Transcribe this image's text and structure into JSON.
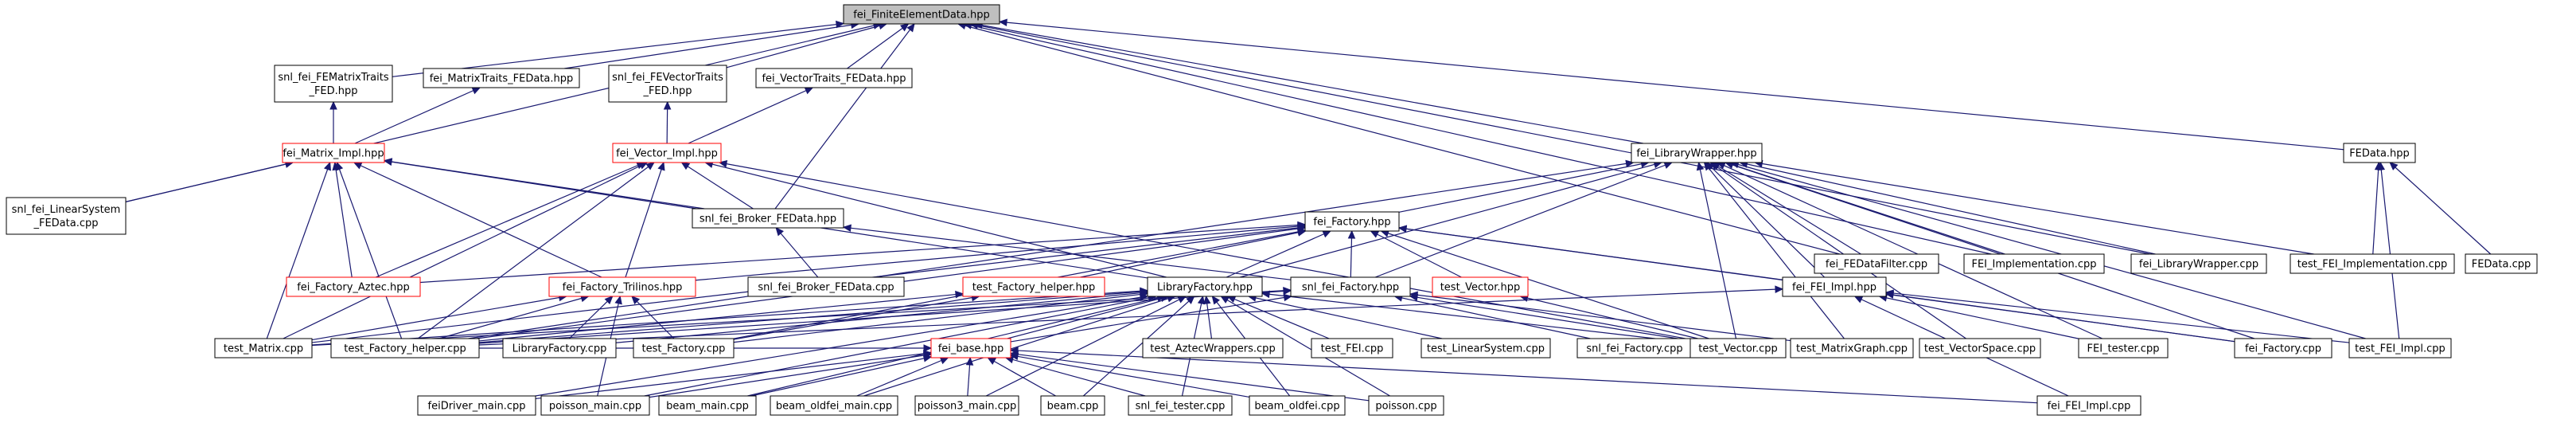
{
  "title": "fei_FiniteElementData.hpp",
  "colors": {
    "edge": "#191970",
    "node_border": "#000000",
    "truncated_border": "#ff0000",
    "root_fill": "#bfbfbf"
  },
  "nodes": {
    "root": {
      "lines": [
        "fei_FiniteElementData.hpp"
      ],
      "style": "root"
    },
    "snl_FEMatrixTraits": {
      "lines": [
        "snl_fei_FEMatrixTraits",
        "_FED.hpp"
      ],
      "style": "normal"
    },
    "MatrixTraits_FEData": {
      "lines": [
        "fei_MatrixTraits_FEData.hpp"
      ],
      "style": "normal"
    },
    "snl_FEVectorTraits": {
      "lines": [
        "snl_fei_FEVectorTraits",
        "_FED.hpp"
      ],
      "style": "normal"
    },
    "VectorTraits_FEData": {
      "lines": [
        "fei_VectorTraits_FEData.hpp"
      ],
      "style": "normal"
    },
    "Matrix_Impl": {
      "lines": [
        "fei_Matrix_Impl.hpp"
      ],
      "style": "red"
    },
    "Vector_Impl": {
      "lines": [
        "fei_Vector_Impl.hpp"
      ],
      "style": "red"
    },
    "LinearSystem_FEData": {
      "lines": [
        "snl_fei_LinearSystem",
        "_FEData.cpp"
      ],
      "style": "normal"
    },
    "Broker_FEData_hpp": {
      "lines": [
        "snl_fei_Broker_FEData.hpp"
      ],
      "style": "normal"
    },
    "LibraryWrapper_hpp": {
      "lines": [
        "fei_LibraryWrapper.hpp"
      ],
      "style": "normal"
    },
    "FEData_hpp": {
      "lines": [
        "FEData.hpp"
      ],
      "style": "normal"
    },
    "Factory_hpp": {
      "lines": [
        "fei_Factory.hpp"
      ],
      "style": "normal"
    },
    "FEDataFilter": {
      "lines": [
        "fei_FEDataFilter.cpp"
      ],
      "style": "normal"
    },
    "FEI_Implementation": {
      "lines": [
        "FEI_Implementation.cpp"
      ],
      "style": "normal"
    },
    "LibraryWrapper_cpp": {
      "lines": [
        "fei_LibraryWrapper.cpp"
      ],
      "style": "normal"
    },
    "test_FEI_Implementation": {
      "lines": [
        "test_FEI_Implementation.cpp"
      ],
      "style": "normal"
    },
    "FEData_cpp": {
      "lines": [
        "FEData.cpp"
      ],
      "style": "normal"
    },
    "Factory_Aztec": {
      "lines": [
        "fei_Factory_Aztec.hpp"
      ],
      "style": "red"
    },
    "Factory_Trilinos": {
      "lines": [
        "fei_Factory_Trilinos.hpp"
      ],
      "style": "red"
    },
    "Broker_FEData_cpp": {
      "lines": [
        "snl_fei_Broker_FEData.cpp"
      ],
      "style": "normal"
    },
    "test_Factory_helper_hpp": {
      "lines": [
        "test_Factory_helper.hpp"
      ],
      "style": "red"
    },
    "LibraryFactory_hpp": {
      "lines": [
        "LibraryFactory.hpp"
      ],
      "style": "normal"
    },
    "snl_Factory_hpp": {
      "lines": [
        "snl_fei_Factory.hpp"
      ],
      "style": "normal"
    },
    "test_Vector_hpp": {
      "lines": [
        "test_Vector.hpp"
      ],
      "style": "red"
    },
    "FEI_Impl_hpp": {
      "lines": [
        "fei_FEI_Impl.hpp"
      ],
      "style": "normal"
    },
    "test_Matrix": {
      "lines": [
        "test_Matrix.cpp"
      ],
      "style": "normal"
    },
    "test_Factory_helper_cpp": {
      "lines": [
        "test_Factory_helper.cpp"
      ],
      "style": "normal"
    },
    "LibraryFactory_cpp": {
      "lines": [
        "LibraryFactory.cpp"
      ],
      "style": "normal"
    },
    "test_Factory_cpp": {
      "lines": [
        "test_Factory.cpp"
      ],
      "style": "normal"
    },
    "fei_base": {
      "lines": [
        "fei_base.hpp"
      ],
      "style": "red"
    },
    "test_AztecWrappers": {
      "lines": [
        "test_AztecWrappers.cpp"
      ],
      "style": "normal"
    },
    "test_FEI": {
      "lines": [
        "test_FEI.cpp"
      ],
      "style": "normal"
    },
    "test_LinearSystem": {
      "lines": [
        "test_LinearSystem.cpp"
      ],
      "style": "normal"
    },
    "snl_Factory_cpp": {
      "lines": [
        "snl_fei_Factory.cpp"
      ],
      "style": "normal"
    },
    "test_Vector_cpp": {
      "lines": [
        "test_Vector.cpp"
      ],
      "style": "normal"
    },
    "test_MatrixGraph": {
      "lines": [
        "test_MatrixGraph.cpp"
      ],
      "style": "normal"
    },
    "test_VectorSpace": {
      "lines": [
        "test_VectorSpace.cpp"
      ],
      "style": "normal"
    },
    "FEI_tester": {
      "lines": [
        "FEI_tester.cpp"
      ],
      "style": "normal"
    },
    "Factory_cpp": {
      "lines": [
        "fei_Factory.cpp"
      ],
      "style": "normal"
    },
    "test_FEI_Impl": {
      "lines": [
        "test_FEI_Impl.cpp"
      ],
      "style": "normal"
    },
    "feiDriver_main": {
      "lines": [
        "feiDriver_main.cpp"
      ],
      "style": "normal"
    },
    "poisson_main": {
      "lines": [
        "poisson_main.cpp"
      ],
      "style": "normal"
    },
    "beam_main": {
      "lines": [
        "beam_main.cpp"
      ],
      "style": "normal"
    },
    "beam_oldfei_main": {
      "lines": [
        "beam_oldfei_main.cpp"
      ],
      "style": "normal"
    },
    "poisson3_main": {
      "lines": [
        "poisson3_main.cpp"
      ],
      "style": "normal"
    },
    "beam_cpp": {
      "lines": [
        "beam.cpp"
      ],
      "style": "normal"
    },
    "snl_fei_tester": {
      "lines": [
        "snl_fei_tester.cpp"
      ],
      "style": "normal"
    },
    "beam_oldfei": {
      "lines": [
        "beam_oldfei.cpp"
      ],
      "style": "normal"
    },
    "poisson_cpp": {
      "lines": [
        "poisson.cpp"
      ],
      "style": "normal"
    },
    "FEI_Impl_cpp": {
      "lines": [
        "fei_FEI_Impl.cpp"
      ],
      "style": "normal"
    }
  },
  "edges": [
    [
      "snl_FEMatrixTraits",
      "root"
    ],
    [
      "MatrixTraits_FEData",
      "root"
    ],
    [
      "snl_FEVectorTraits",
      "root"
    ],
    [
      "VectorTraits_FEData",
      "root"
    ],
    [
      "LinearSystem_FEData",
      "root"
    ],
    [
      "Broker_FEData_hpp",
      "root"
    ],
    [
      "LibraryWrapper_hpp",
      "root"
    ],
    [
      "FEDataFilter",
      "root"
    ],
    [
      "FEI_Implementation",
      "root"
    ],
    [
      "LibraryWrapper_cpp",
      "root"
    ],
    [
      "FEData_hpp",
      "root"
    ],
    [
      "Matrix_Impl",
      "snl_FEMatrixTraits"
    ],
    [
      "Matrix_Impl",
      "MatrixTraits_FEData"
    ],
    [
      "Vector_Impl",
      "snl_FEVectorTraits"
    ],
    [
      "Vector_Impl",
      "VectorTraits_FEData"
    ],
    [
      "LinearSystem_FEData",
      "Matrix_Impl"
    ],
    [
      "Factory_Aztec",
      "Matrix_Impl"
    ],
    [
      "Factory_Trilinos",
      "Matrix_Impl"
    ],
    [
      "test_Matrix",
      "Matrix_Impl"
    ],
    [
      "test_Factory_helper_cpp",
      "Matrix_Impl"
    ],
    [
      "Broker_FEData_hpp",
      "Matrix_Impl"
    ],
    [
      "LibraryFactory_hpp",
      "Matrix_Impl"
    ],
    [
      "Broker_FEData_hpp",
      "Vector_Impl"
    ],
    [
      "Factory_Aztec",
      "Vector_Impl"
    ],
    [
      "Factory_Trilinos",
      "Vector_Impl"
    ],
    [
      "test_Matrix",
      "Vector_Impl"
    ],
    [
      "test_Factory_helper_cpp",
      "Vector_Impl"
    ],
    [
      "test_Vector_cpp",
      "Vector_Impl"
    ],
    [
      "LibraryFactory_hpp",
      "Vector_Impl"
    ],
    [
      "Broker_FEData_cpp",
      "Broker_FEData_hpp"
    ],
    [
      "snl_Factory_hpp",
      "Broker_FEData_hpp"
    ],
    [
      "Factory_hpp",
      "LibraryWrapper_hpp"
    ],
    [
      "FEDataFilter",
      "LibraryWrapper_hpp"
    ],
    [
      "FEI_Implementation",
      "LibraryWrapper_hpp"
    ],
    [
      "LibraryWrapper_cpp",
      "LibraryWrapper_hpp"
    ],
    [
      "test_FEI_Implementation",
      "LibraryWrapper_hpp"
    ],
    [
      "LibraryFactory_hpp",
      "LibraryWrapper_hpp"
    ],
    [
      "snl_Factory_hpp",
      "LibraryWrapper_hpp"
    ],
    [
      "FEI_Impl_hpp",
      "LibraryWrapper_hpp"
    ],
    [
      "FEI_tester",
      "LibraryWrapper_hpp"
    ],
    [
      "test_Vector_cpp",
      "LibraryWrapper_hpp"
    ],
    [
      "Factory_cpp",
      "LibraryWrapper_hpp"
    ],
    [
      "test_FEI_Impl",
      "LibraryWrapper_hpp"
    ],
    [
      "test_MatrixGraph",
      "LibraryWrapper_hpp"
    ],
    [
      "test_VectorSpace",
      "LibraryWrapper_hpp"
    ],
    [
      "test_Factory_helper_cpp",
      "LibraryWrapper_hpp"
    ],
    [
      "FEData_cpp",
      "FEData_hpp"
    ],
    [
      "test_FEI_Implementation",
      "FEData_hpp"
    ],
    [
      "test_FEI_Impl",
      "FEData_hpp"
    ],
    [
      "Factory_Aztec",
      "Factory_hpp"
    ],
    [
      "Factory_Trilinos",
      "Factory_hpp"
    ],
    [
      "test_Factory_helper_hpp",
      "Factory_hpp"
    ],
    [
      "LibraryFactory_hpp",
      "Factory_hpp"
    ],
    [
      "snl_Factory_hpp",
      "Factory_hpp"
    ],
    [
      "test_Vector_hpp",
      "Factory_hpp"
    ],
    [
      "FEI_Impl_hpp",
      "Factory_hpp"
    ],
    [
      "Factory_cpp",
      "Factory_hpp"
    ],
    [
      "test_Vector_cpp",
      "Factory_hpp"
    ],
    [
      "test_Matrix",
      "Factory_hpp"
    ],
    [
      "test_Factory_helper_cpp",
      "Factory_hpp"
    ],
    [
      "test_Factory_cpp",
      "Factory_hpp"
    ],
    [
      "test_Matrix",
      "Factory_Trilinos"
    ],
    [
      "test_Factory_helper_cpp",
      "Factory_Trilinos"
    ],
    [
      "LibraryFactory_cpp",
      "Factory_Trilinos"
    ],
    [
      "test_Factory_cpp",
      "Factory_Trilinos"
    ],
    [
      "poisson_main",
      "Factory_Trilinos"
    ],
    [
      "test_Factory_helper_cpp",
      "test_Factory_helper_hpp"
    ],
    [
      "test_Factory_cpp",
      "test_Factory_helper_hpp"
    ],
    [
      "test_Matrix",
      "LibraryFactory_hpp"
    ],
    [
      "test_Factory_helper_cpp",
      "LibraryFactory_hpp"
    ],
    [
      "LibraryFactory_cpp",
      "LibraryFactory_hpp"
    ],
    [
      "test_Factory_cpp",
      "LibraryFactory_hpp"
    ],
    [
      "fei_base",
      "LibraryFactory_hpp"
    ],
    [
      "test_AztecWrappers",
      "LibraryFactory_hpp"
    ],
    [
      "test_FEI",
      "LibraryFactory_hpp"
    ],
    [
      "test_LinearSystem",
      "LibraryFactory_hpp"
    ],
    [
      "test_Vector_cpp",
      "LibraryFactory_hpp"
    ],
    [
      "feiDriver_main",
      "LibraryFactory_hpp"
    ],
    [
      "poisson_main",
      "LibraryFactory_hpp"
    ],
    [
      "beam_main",
      "LibraryFactory_hpp"
    ],
    [
      "beam_oldfei_main",
      "LibraryFactory_hpp"
    ],
    [
      "poisson3_main",
      "LibraryFactory_hpp"
    ],
    [
      "beam_cpp",
      "LibraryFactory_hpp"
    ],
    [
      "snl_fei_tester",
      "LibraryFactory_hpp"
    ],
    [
      "beam_oldfei",
      "LibraryFactory_hpp"
    ],
    [
      "poisson_cpp",
      "LibraryFactory_hpp"
    ],
    [
      "snl_Factory_cpp",
      "snl_Factory_hpp"
    ],
    [
      "test_Vector_cpp",
      "snl_Factory_hpp"
    ],
    [
      "test_Matrix",
      "snl_Factory_hpp"
    ],
    [
      "test_Factory_helper_cpp",
      "snl_Factory_hpp"
    ],
    [
      "test_MatrixGraph",
      "snl_Factory_hpp"
    ],
    [
      "fei_base",
      "snl_Factory_hpp"
    ],
    [
      "test_Vector_cpp",
      "test_Vector_hpp"
    ],
    [
      "FEI_Impl_cpp",
      "FEI_Impl_hpp"
    ],
    [
      "FEI_tester",
      "FEI_Impl_hpp"
    ],
    [
      "Factory_cpp",
      "FEI_Impl_hpp"
    ],
    [
      "test_FEI_Impl",
      "FEI_Impl_hpp"
    ],
    [
      "test_Factory_helper_cpp",
      "FEI_Impl_hpp"
    ],
    [
      "feiDriver_main",
      "fei_base"
    ],
    [
      "poisson_main",
      "fei_base"
    ],
    [
      "beam_main",
      "fei_base"
    ],
    [
      "beam_oldfei_main",
      "fei_base"
    ],
    [
      "poisson3_main",
      "fei_base"
    ],
    [
      "beam_cpp",
      "fei_base"
    ],
    [
      "snl_fei_tester",
      "fei_base"
    ],
    [
      "beam_oldfei",
      "fei_base"
    ],
    [
      "poisson_cpp",
      "fei_base"
    ],
    [
      "FEI_Impl_cpp",
      "fei_base"
    ],
    [
      "test_Factory_helper_cpp",
      "fei_base"
    ]
  ]
}
